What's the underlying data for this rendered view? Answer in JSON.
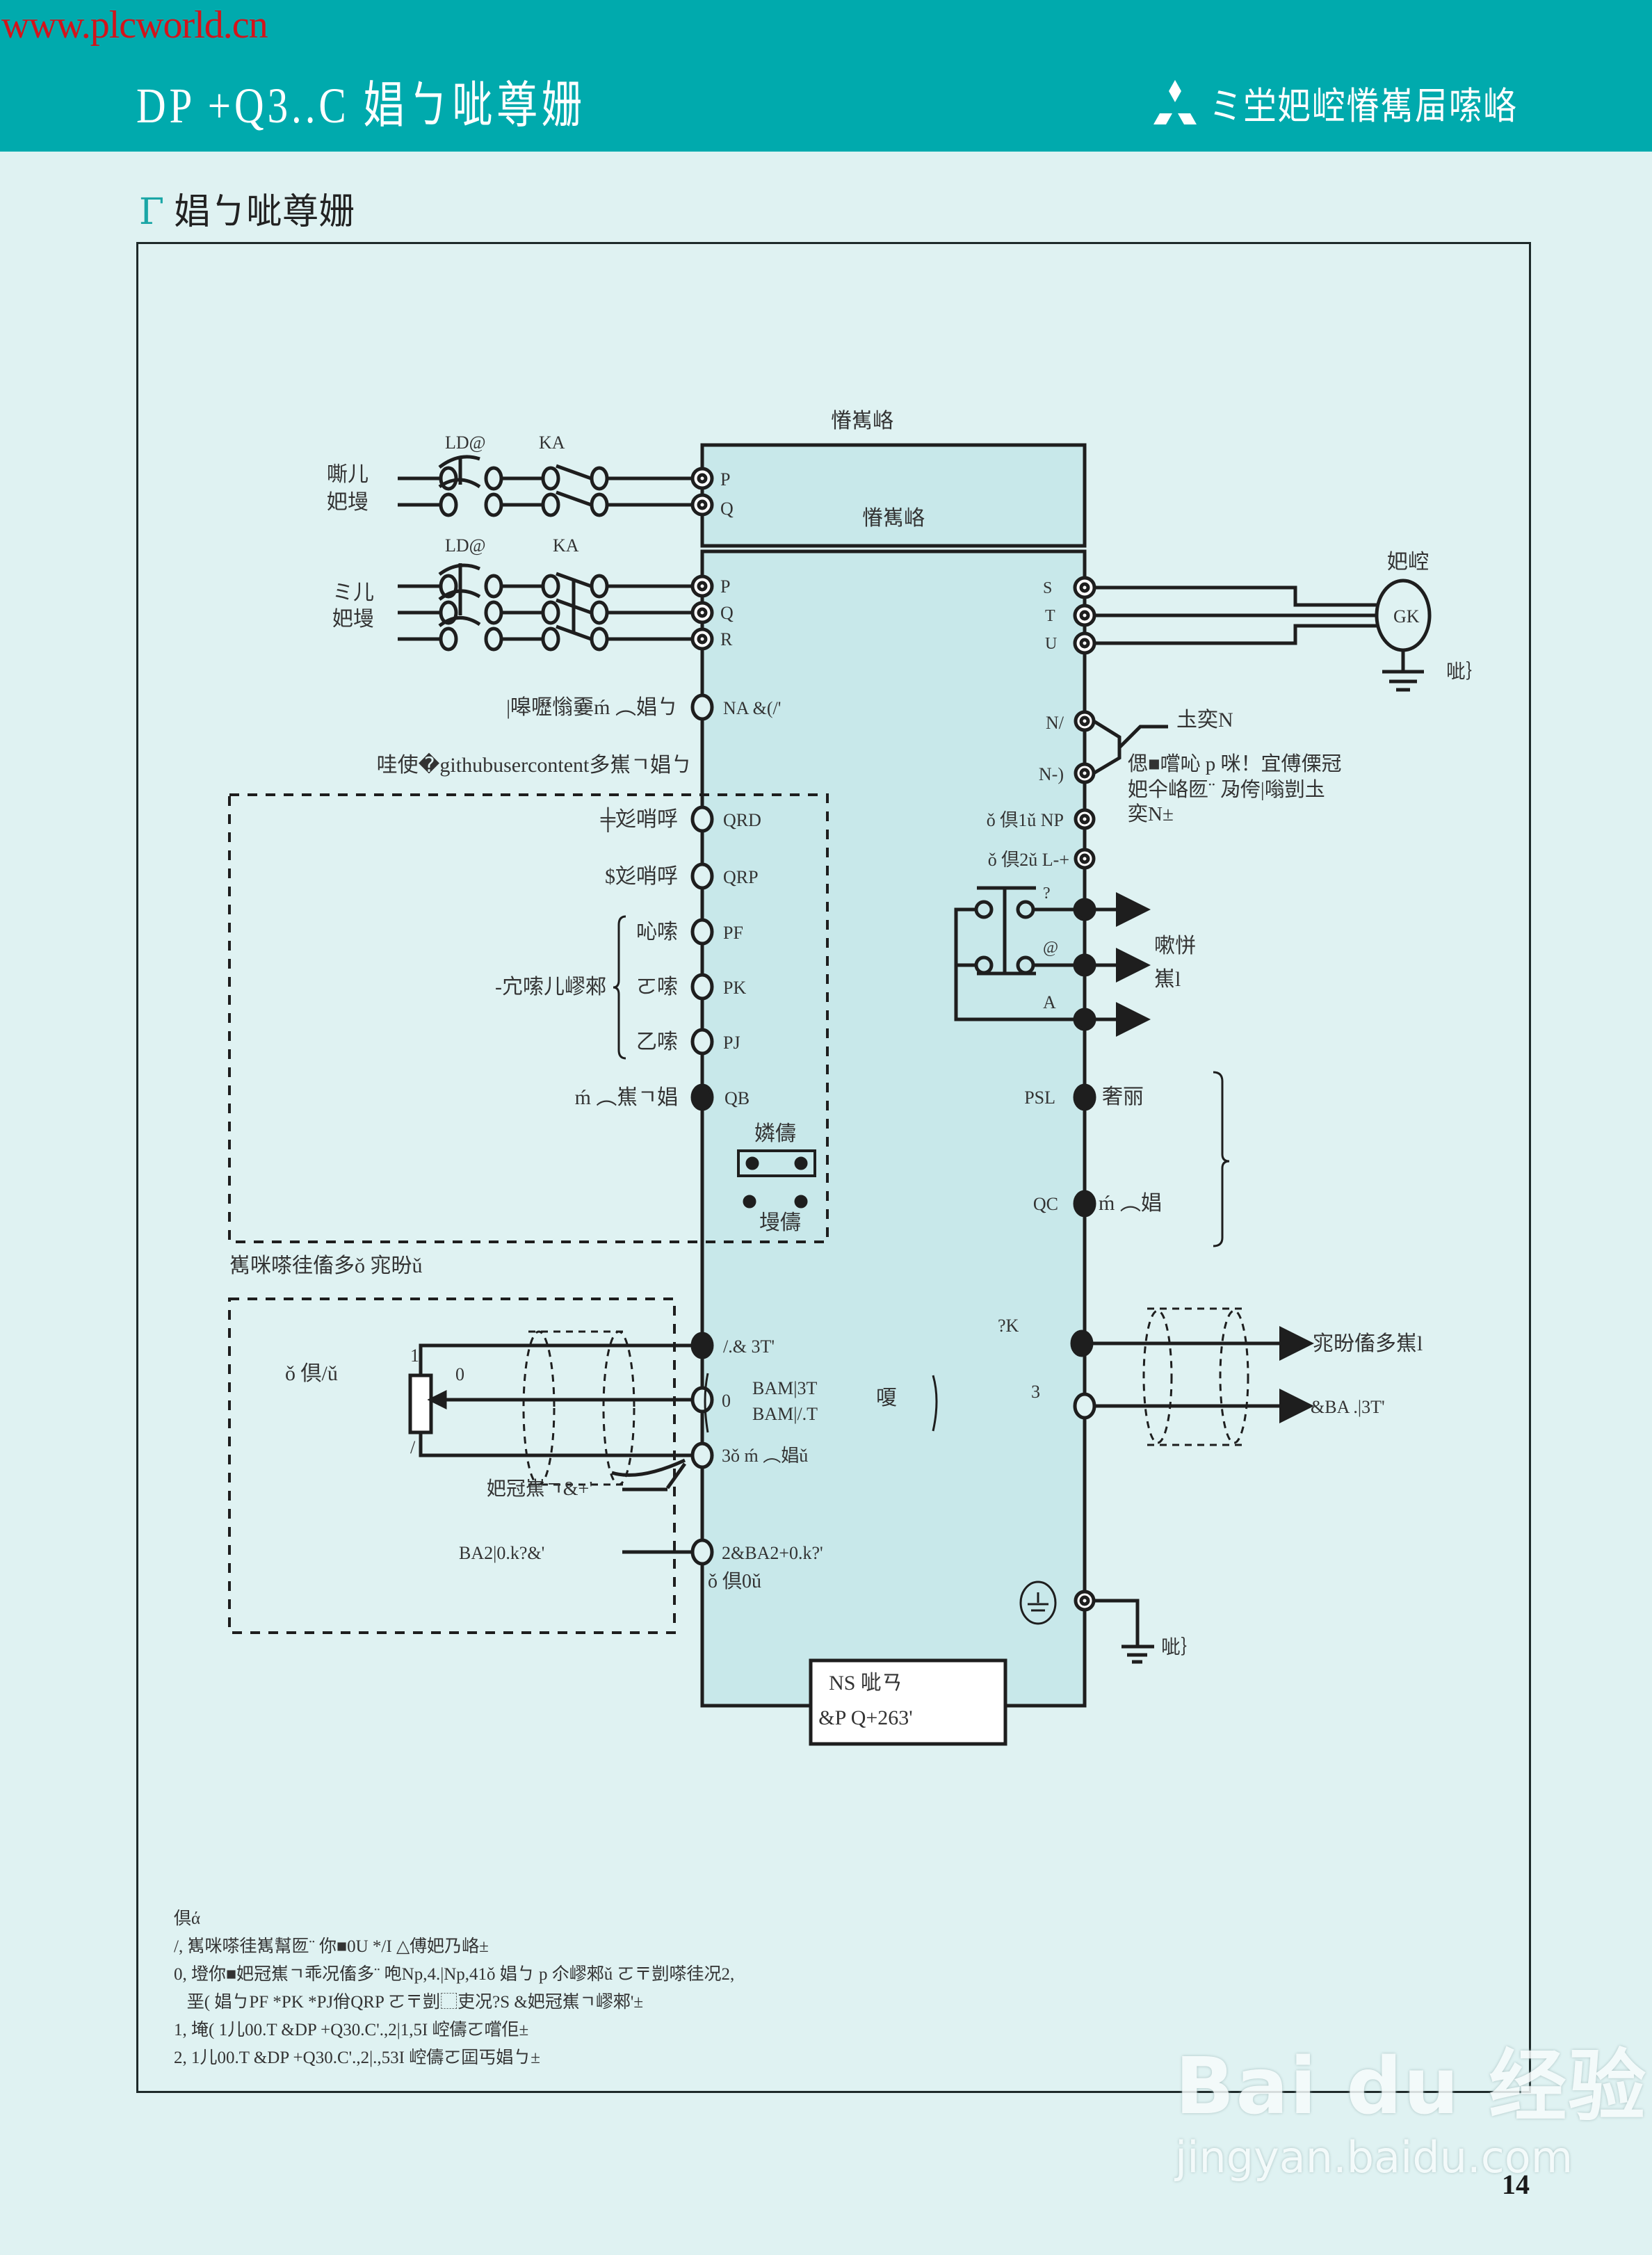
{
  "header": {
    "watermark_url": "www.plcworld.cn",
    "title": "DP +Q3..C 娼ㄅ呲尊姗",
    "brand_text": "ミ坣妑崆慻嶲屇嗦峈",
    "brand_color": "#00aaad"
  },
  "section": {
    "marker": "Γ",
    "title": "娼ㄅ呲尊姗"
  },
  "diagram": {
    "inverter_top_label": "慻嶲峈",
    "inverter_main_label": "慻嶲峈",
    "single_phase": {
      "label_line1": "嘶儿",
      "label_line2": "妑墁",
      "breaker": "LD@",
      "contactor": "KA",
      "terminals": [
        "P",
        "Q"
      ]
    },
    "three_phase": {
      "label_line1": "ミ儿",
      "label_line2": "妑墁",
      "breaker": "LD@",
      "contactor": "KA",
      "terminals": [
        "P",
        "Q",
        "R"
      ]
    },
    "motor": {
      "label": "妑崆",
      "symbol": "GK",
      "ground": "呲｝",
      "terminals": [
        "S",
        "T",
        "U"
      ]
    },
    "left_inputs": {
      "na_desc": "|嗥嚦慃嫑ḿ ︵娼ㄅ",
      "na_term": "NA &(/'",
      "group_title": "哇使�githubusercontent多嶣ㄱ娼ㄅ",
      "qrd_desc": "╪彣哨哹",
      "qrd_term": "QRD",
      "qrp_desc": "$彣哨哹",
      "qrp_term": "QRP",
      "speed_group": "-宂嗦儿嵺郲",
      "pf_desc": "吣嗦",
      "pf_term": "PF",
      "pk_desc": "ㄛ嗦",
      "pk_term": "PK",
      "pj_desc": "乙嗦",
      "pj_term": "PJ",
      "qb_desc": "ḿ ︵嶣ㄱ娼",
      "qb_term": "QB",
      "jumper_top": "嫾儔",
      "jumper_bottom": "墁儔"
    },
    "analog": {
      "group_title": "嶲咪嗏徍傗多ǒ 宨昐ǔ",
      "pot_label": "ǒ 倶/ǔ",
      "pot_pin1": "1",
      "pot_pin2": "0",
      "pot_pin3": "/",
      "t10_term": "/.& 3T'",
      "t2_term": "0",
      "t2_line1": "BAM|3T",
      "t2_line2": "BAM|/.T",
      "t2_suffix": "嗄",
      "t5_term": "3ǒ ḿ ︵娼ǔ",
      "shield_label": "妑冠嶣ㄱ&+'",
      "t4_left": "BA2|0.k?&'",
      "t4_term": "2&BA2+0.k?'",
      "t4_note": "ǒ 倶0ǔ"
    },
    "right_outputs": {
      "n1": "N/",
      "n2": "N-)",
      "brake_label": "圡奕N",
      "brake_note_line1": "偲■嚐吣 p 咪！宜傅傈冠",
      "brake_note_line2": "妑仐峈匢¨ 夃侉|嗡剴圡",
      "brake_note_line3": "奕N±",
      "np_term": "ǒ 倶1ǔ NP",
      "lplus_term": "ǒ 倶2ǔ L-+",
      "relay_a": "?",
      "relay_b": "@",
      "relay_c": "A",
      "relay_label_line1": "嗽恲",
      "relay_label_line2": "嶣l",
      "psl_term": "PSL",
      "psl_desc": "奢丽",
      "qc_term": "QC",
      "qc_desc": "ḿ ︵娼",
      "am_term": "?K",
      "am_desc": "宨昐傗多嶣l",
      "five_term": "3",
      "five_desc": "&BA .|3T'",
      "ground_desc": "呲｝"
    },
    "operator_line1": "NS 呲ㄢ",
    "operator_line2": "&P Q+263'"
  },
  "notes": {
    "heading": "倶ά",
    "lines": [
      "/, 嶲咪嗏徍嶲幫匢¨ 你■0U */I △傅妑乃峈±",
      "0, 墱你■妑冠嶣ㄱ乖况傗多¨ 咆Np,4.|Np,41ǒ 娼ㄅ p 尒嵺郲ǔ ㄛ〒剴嗏徍况2,",
      "   垩( 娼ㄅPF *PK *PJ佾QRP ㄛ〒剴⬚吏况?S &妑冠嶣ㄱ嵺郲'±",
      "1, 埯( 1儿00.T &DP +Q30.C'.,2|1,5I 崆儔ㄛ嚐佢±",
      "2, 1儿00.T &DP +Q30.C'.,2|.,53I 崆儔ㄛ囸丐娼ㄅ±"
    ]
  },
  "watermark": {
    "main": "Bai du 经验",
    "url": "jingyan.baidu.com"
  },
  "page_number": "14"
}
